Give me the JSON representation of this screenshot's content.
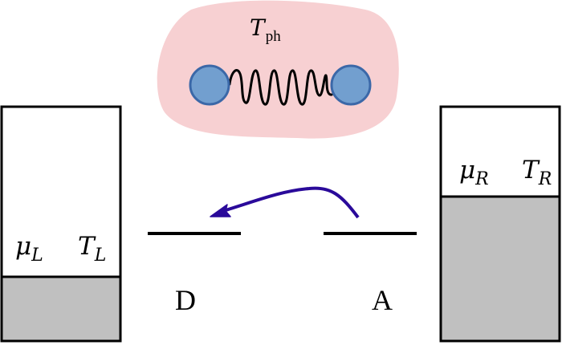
{
  "phonon_bath": {
    "label_main": "T",
    "label_sub": "ph",
    "fill_color": "#f7d0d2"
  },
  "oscillator": {
    "ball_fill": "#729fcf",
    "ball_stroke": "#3b68a8",
    "spring_color": "#000000"
  },
  "left_lead": {
    "mu_main": "μ",
    "mu_sub": "L",
    "t_main": "T",
    "t_sub": "L",
    "filled_color": "#c0c0c0"
  },
  "right_lead": {
    "mu_main": "μ",
    "mu_sub": "R",
    "t_main": "T",
    "t_sub": "R",
    "filled_color": "#c0c0c0"
  },
  "levels": {
    "donor_label": "D",
    "acceptor_label": "A"
  },
  "transfer_arrow": {
    "color": "#2a0a9a",
    "direction": "acceptor-to-donor"
  }
}
